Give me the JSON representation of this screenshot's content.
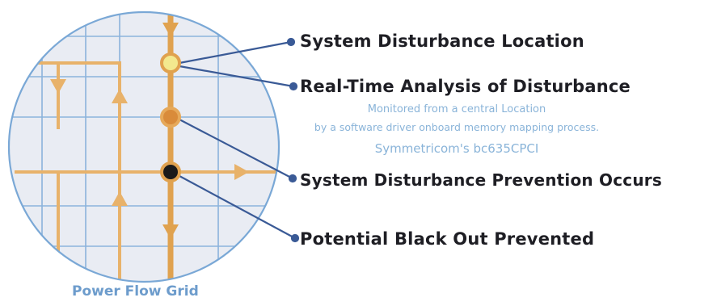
{
  "diagram": {
    "caption": "Power Flow Grid",
    "callouts": {
      "location": "System Disturbance Location",
      "analysis": "Real-Time Analysis of Disturbance",
      "prevention": "System Disturbance Prevention Occurs",
      "blackout": "Potential Black Out Prevented"
    },
    "notes": {
      "line1": "Monitored from a central Location",
      "line2": "by a software driver onboard memory mapping process.",
      "line3": "Symmetricom's bc635CPCI"
    }
  },
  "colors": {
    "circle_fill": "#e9ecf3",
    "circle_stroke": "#7aa8d6",
    "grid_line": "#8cb3dc",
    "flow": "#e8b26a",
    "flow_main": "#e0a24f",
    "node_yellow": "#f3e98e",
    "node_orange": "#d98b3a",
    "node_black": "#1a1a1a",
    "leader": "#3a5a96",
    "text_dark": "#1e1e24",
    "text_light_blue": "#8ab4d9"
  }
}
